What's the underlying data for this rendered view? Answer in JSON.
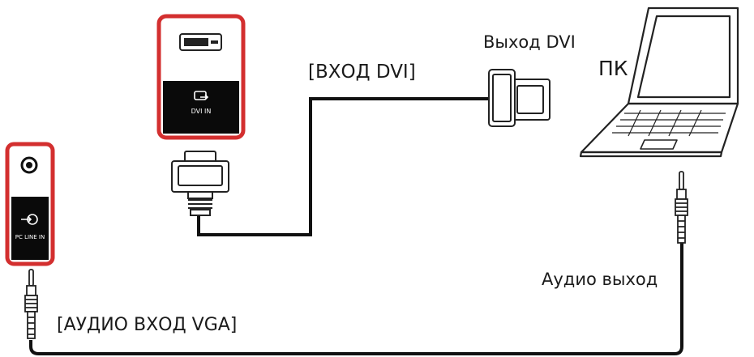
{
  "labels": {
    "dvi_input": "[ВХОД DVI]",
    "dvi_output": "Выход DVI",
    "pc": "ПК",
    "audio_output": "Аудио выход",
    "vga_audio_input": "[АУДИО ВХОД VGA]"
  },
  "ports": {
    "dvi_in": "DVI IN",
    "pc_line_in": "PC LINE IN"
  },
  "colors": {
    "highlight": "#d32f2f",
    "cable": "#111111",
    "panel_dark": "#0a0a0a"
  }
}
